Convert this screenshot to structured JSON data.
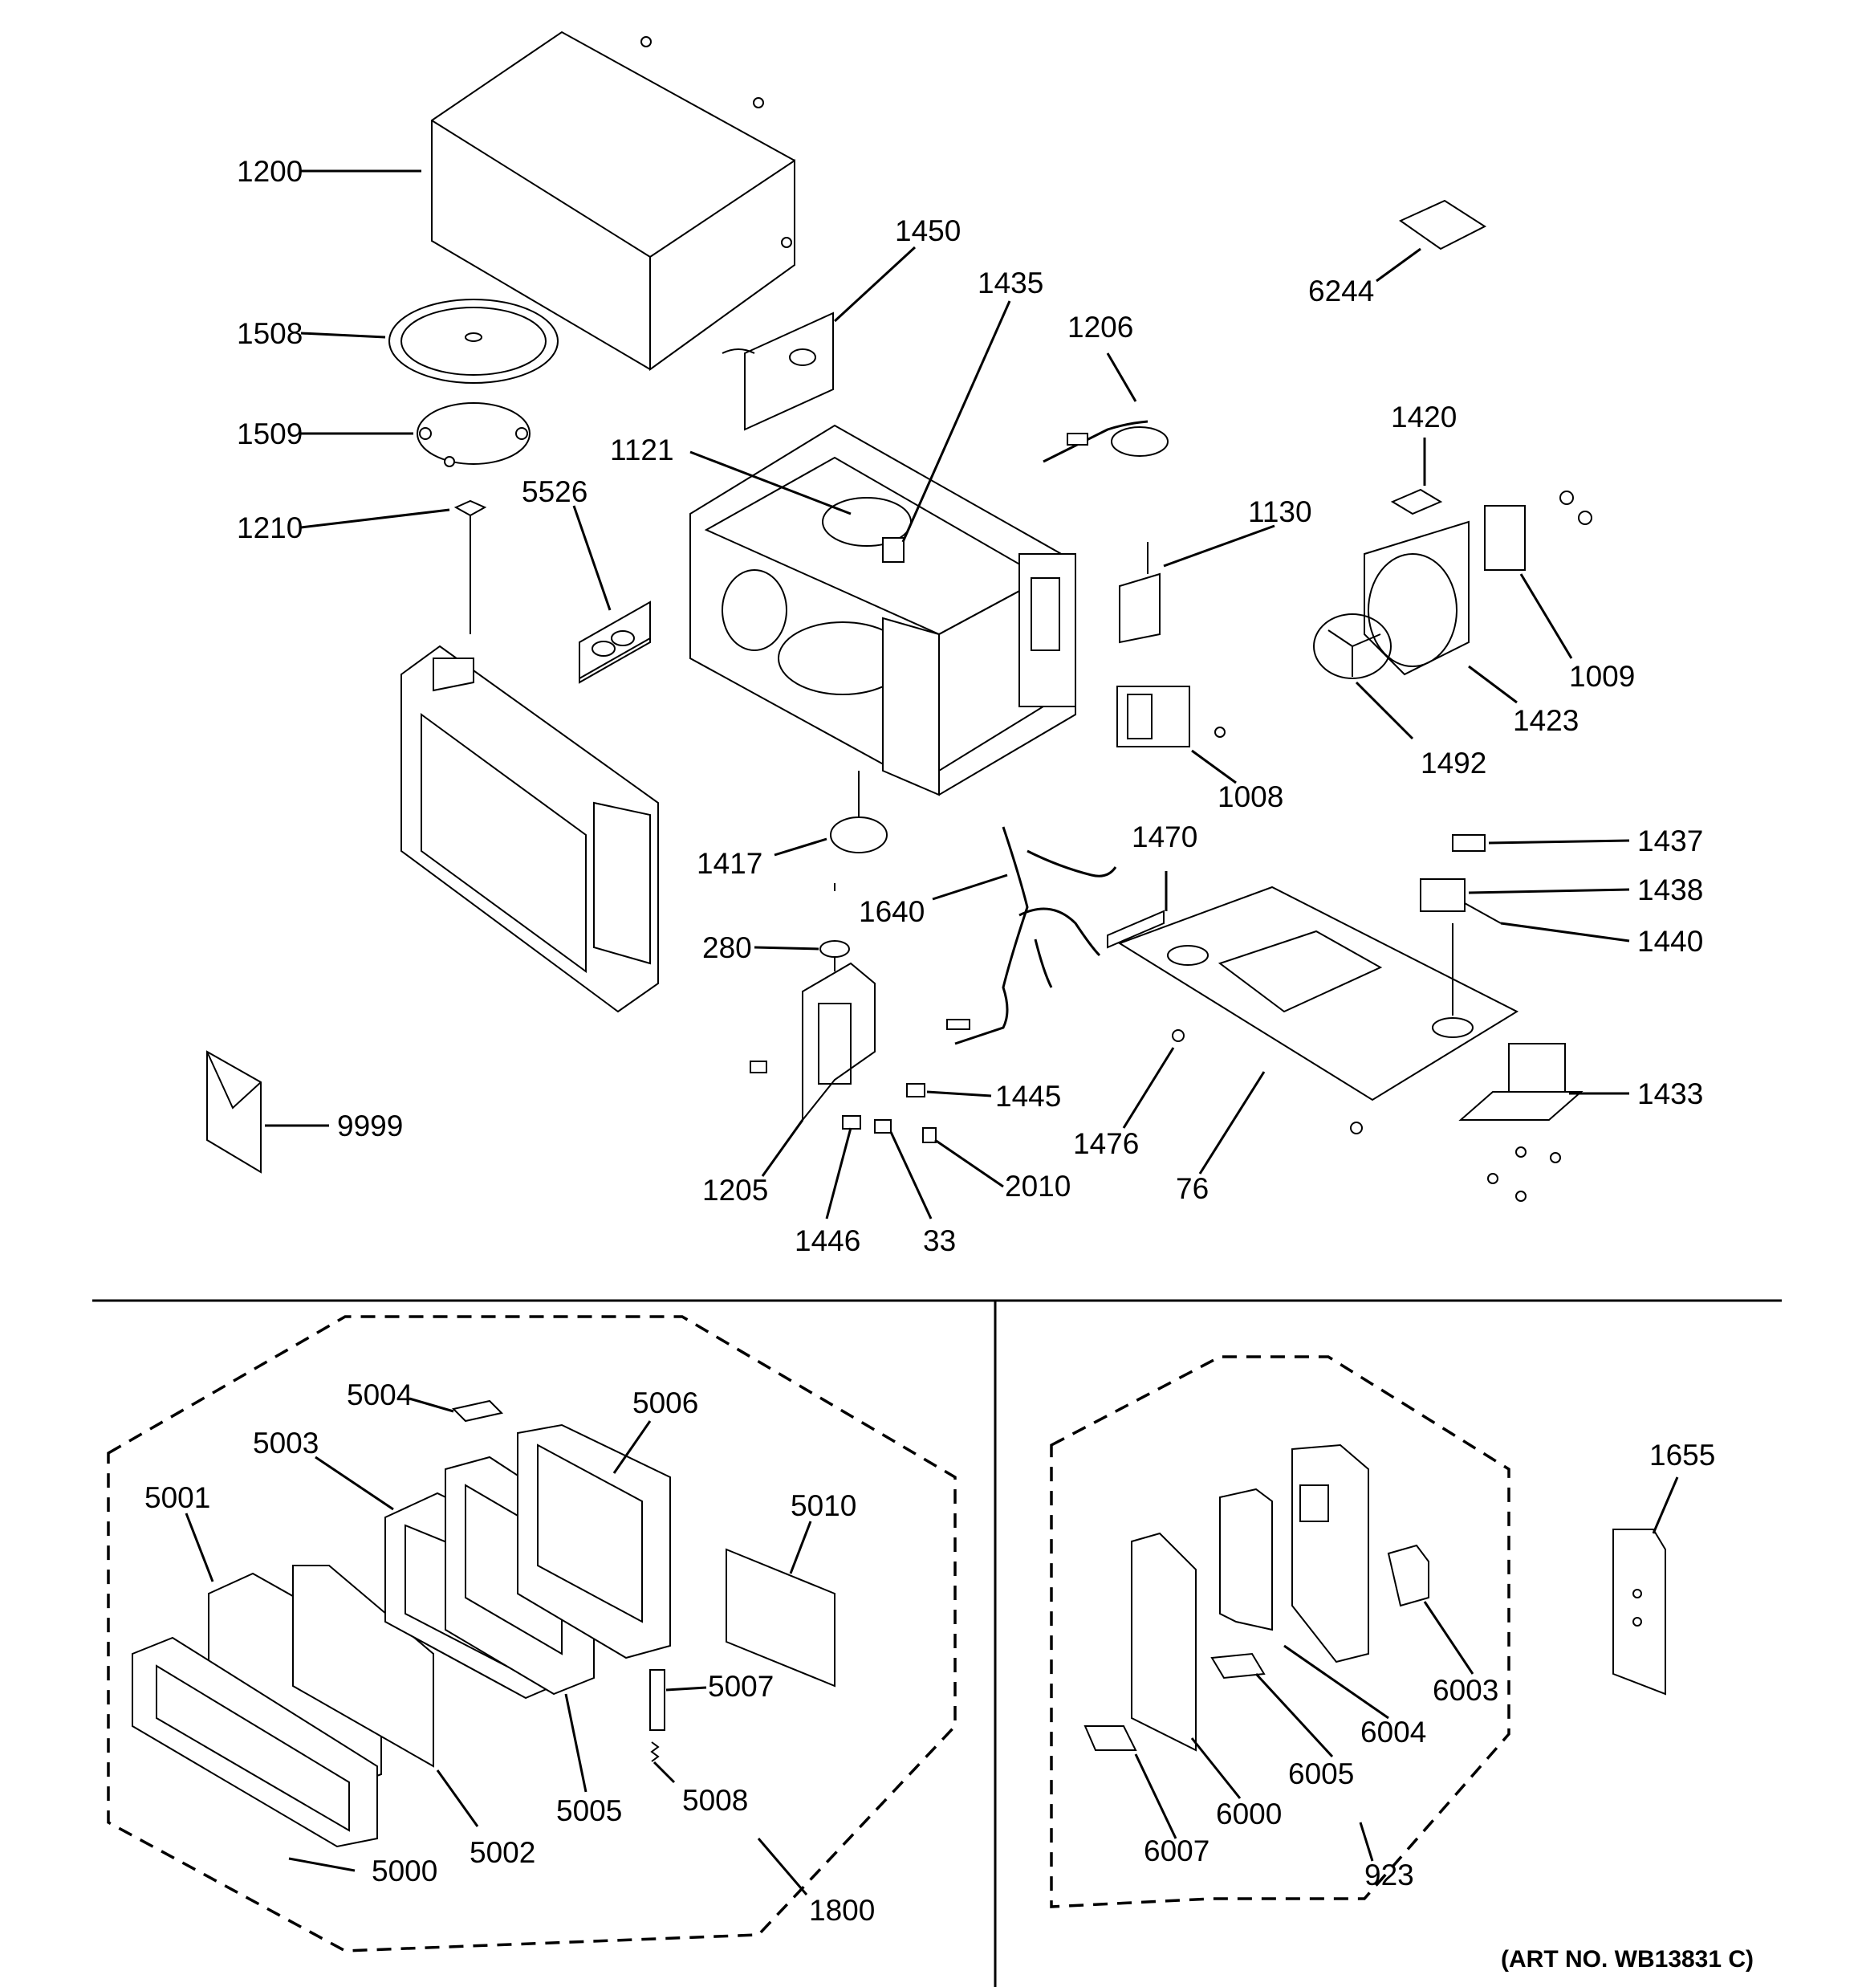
{
  "art_number": "(ART NO. WB13831 C)",
  "callouts": {
    "c1200": "1200",
    "c1508": "1508",
    "c1509": "1509",
    "c1210": "1210",
    "c5526": "5526",
    "c1121": "1121",
    "c1450": "1450",
    "c1435": "1435",
    "c1206": "1206",
    "c6244": "6244",
    "c1420": "1420",
    "c1130": "1130",
    "c1009": "1009",
    "c1423": "1423",
    "c1492": "1492",
    "c1008": "1008",
    "c1417": "1417",
    "c1640": "1640",
    "c1470": "1470",
    "c1437": "1437",
    "c1438": "1438",
    "c1440": "1440",
    "c280": "280",
    "c1445": "1445",
    "c1433": "1433",
    "c9999": "9999",
    "c1476": "1476",
    "c1205": "1205",
    "c2010": "2010",
    "c76": "76",
    "c1446": "1446",
    "c33": "33",
    "c5004": "5004",
    "c5006": "5006",
    "c5003": "5003",
    "c5001": "5001",
    "c5010": "5010",
    "c5007": "5007",
    "c5008": "5008",
    "c5005": "5005",
    "c5002": "5002",
    "c5000": "5000",
    "c1800": "1800",
    "c1655": "1655",
    "c6003": "6003",
    "c6004": "6004",
    "c6005": "6005",
    "c6000": "6000",
    "c6007": "6007",
    "c923": "923"
  }
}
